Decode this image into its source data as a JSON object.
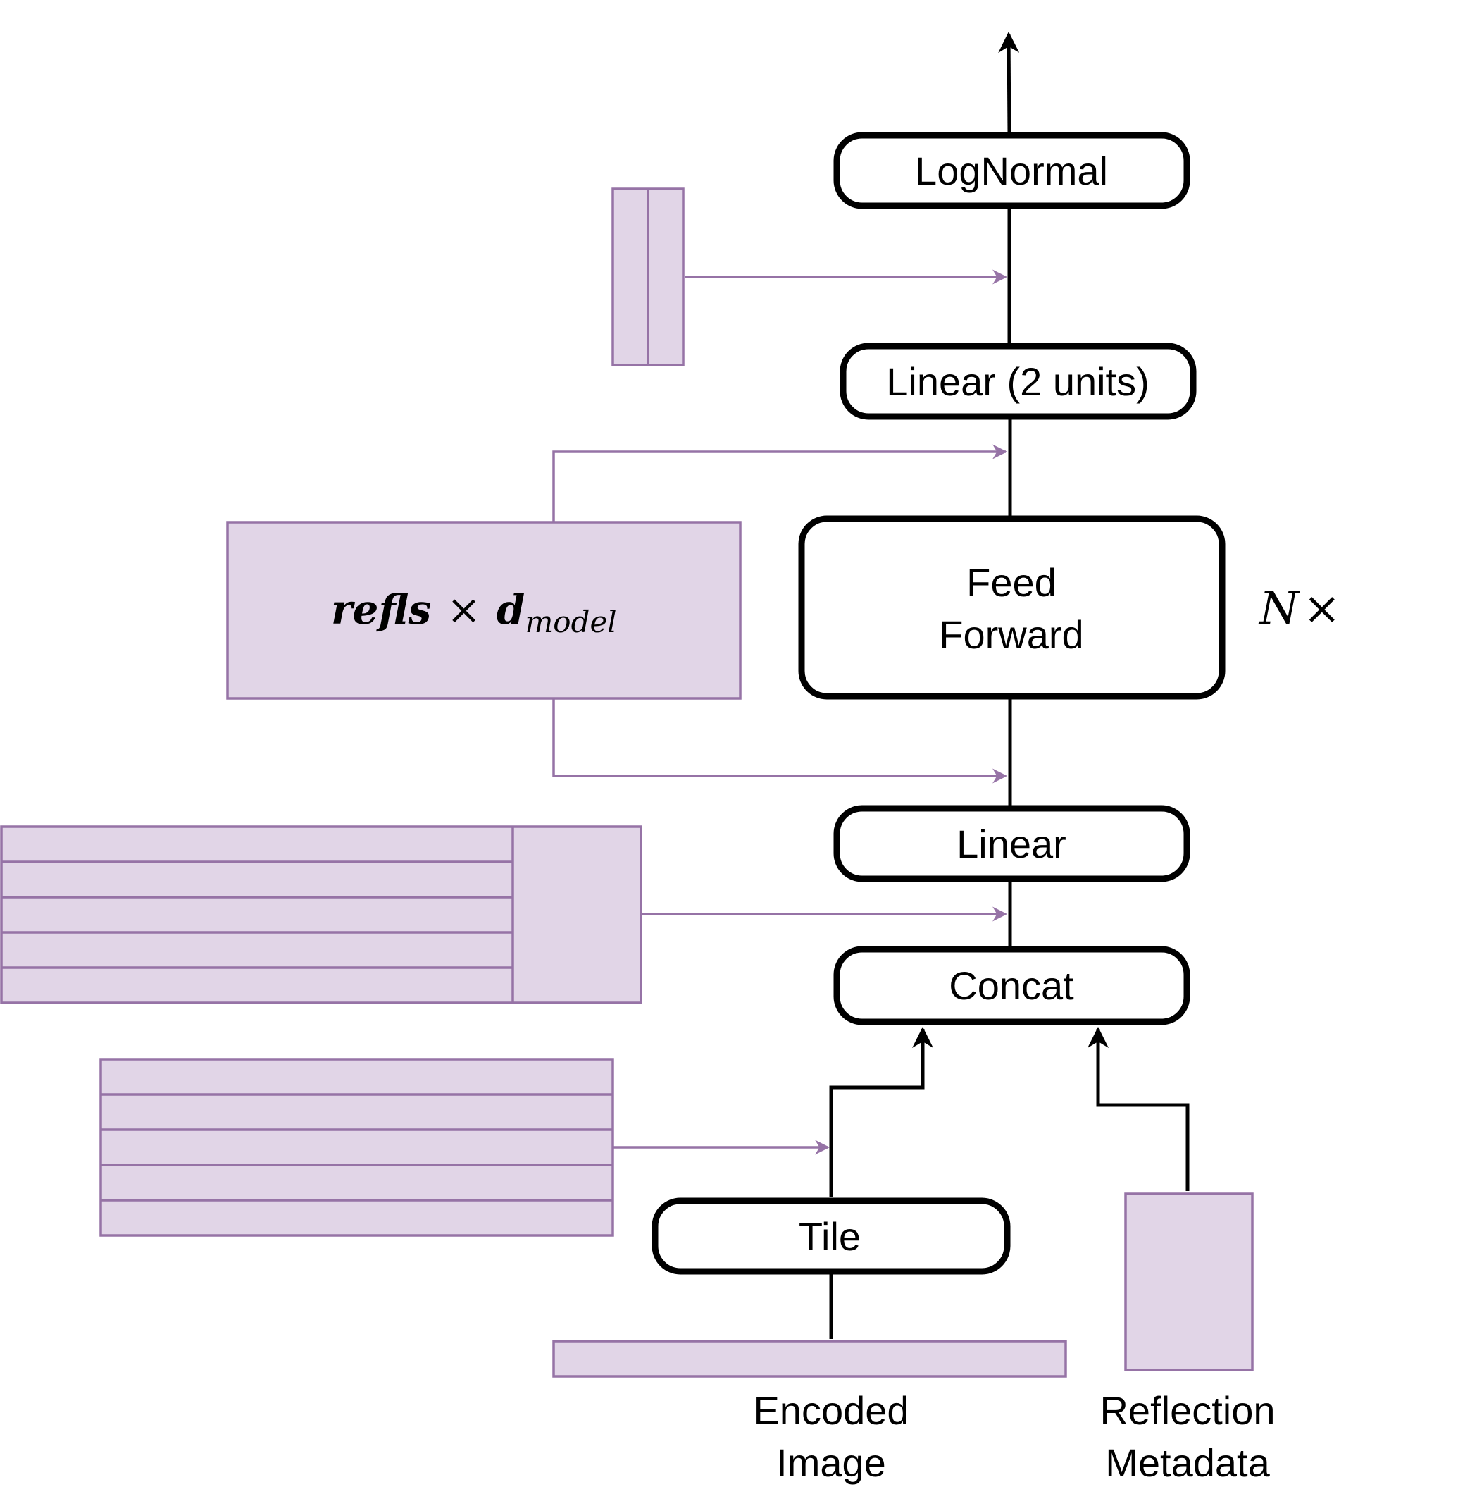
{
  "colors": {
    "tensor_fill": "#e1d5e7",
    "tensor_stroke": "#9673a6",
    "block_stroke": "#000000"
  },
  "blocks": {
    "lognormal": "LogNormal",
    "linear_2": "Linear (2 units)",
    "feed_forward_line1": "Feed",
    "feed_forward_line2": "Forward",
    "linear": "Linear",
    "concat": "Concat",
    "tile": "Tile"
  },
  "repeat_label": {
    "symbol": "N",
    "times": "×"
  },
  "tensor_label": {
    "main": "refls",
    "times": "×",
    "d": "d",
    "subscript": "model"
  },
  "inputs": {
    "encoded_image_line1": "Encoded",
    "encoded_image_line2": "Image",
    "reflection_metadata_line1": "Reflection",
    "reflection_metadata_line2": "Metadata"
  }
}
